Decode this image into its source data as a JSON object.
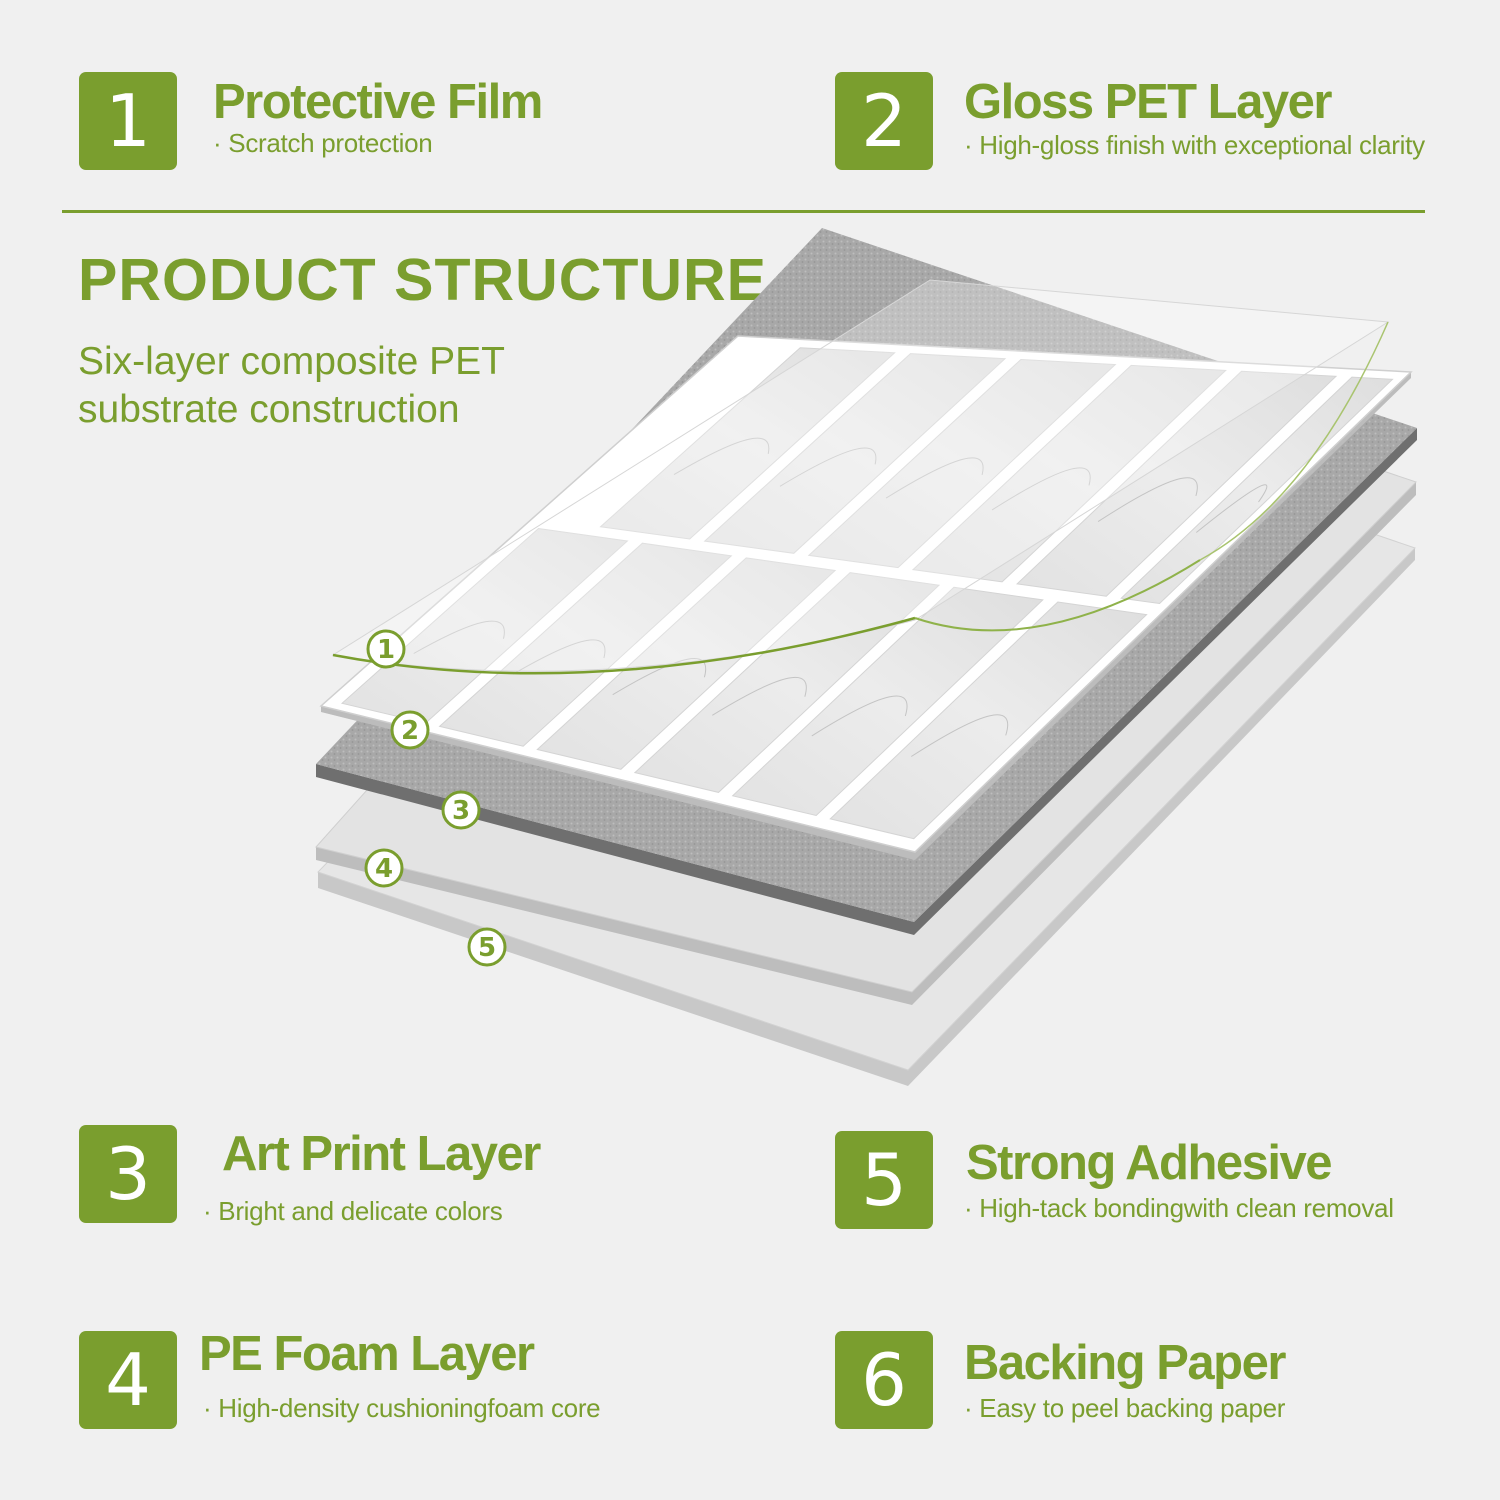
{
  "features": [
    {
      "number": "1",
      "title": "Protective Film",
      "subtitle": "· Scratch protection"
    },
    {
      "number": "2",
      "title": "Gloss PET Layer",
      "subtitle": "· High-gloss finish with exceptional clarity"
    },
    {
      "number": "3",
      "title": "Art Print Layer",
      "subtitle": "· Bright and delicate colors"
    },
    {
      "number": "4",
      "title": "PE Foam Layer",
      "subtitle": "· High-density cushioningfoam core"
    },
    {
      "number": "5",
      "title": "Strong Adhesive",
      "subtitle": "· High-tack bondingwith clean removal"
    },
    {
      "number": "6",
      "title": "Backing Paper",
      "subtitle": "· Easy to peel backing paper"
    }
  ],
  "heading": "PRODUCT STRUCTURE",
  "subheading": "Six-layer composite PET substrate construction",
  "diagram": {
    "markers": [
      "1",
      "2",
      "3",
      "4",
      "5"
    ]
  },
  "colors": {
    "accent": "#7a9e2e",
    "background": "#f0f0f0"
  }
}
